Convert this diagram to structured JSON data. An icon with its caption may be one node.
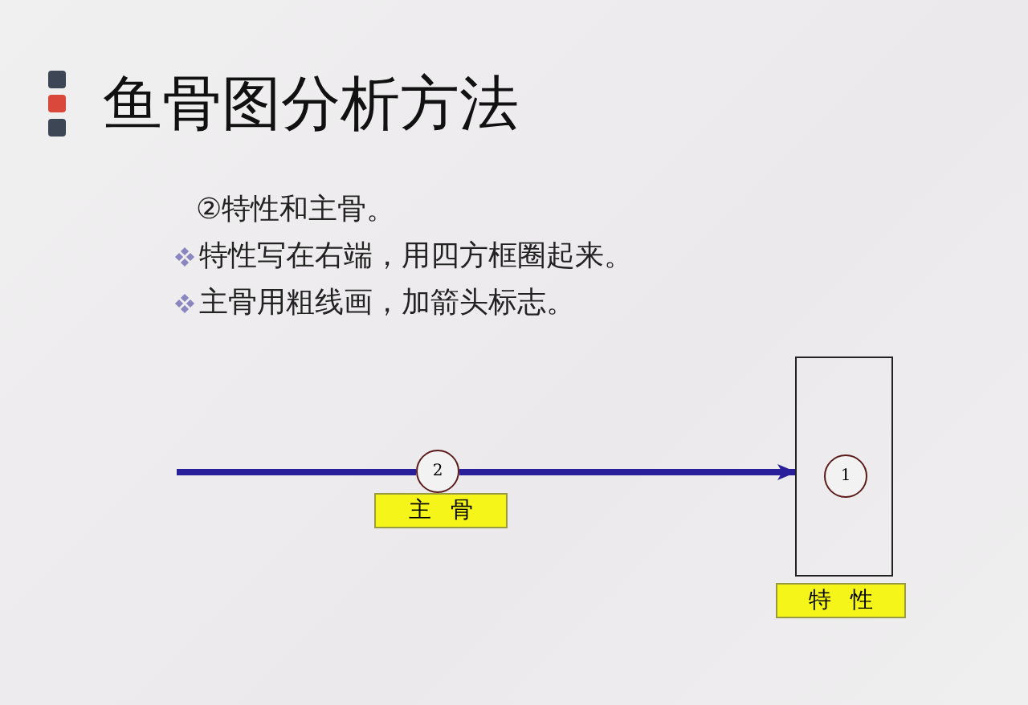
{
  "diagram": {
    "title": "鱼骨图分析方法",
    "nodes": [
      {
        "text": [],
        "shape": "box"
      },
      {
        "text": [
          "1"
        ],
        "in": 0
      },
      {
        "text": [
          "2"
        ]
      },
      {
        "text": [
          "主骨"
        ]
      },
      {
        "text": [
          "特性"
        ]
      }
    ],
    "edges": [
      {
        "from": null,
        "to": 2,
        "arrow": "none"
      },
      {
        "from": 2,
        "to": 0,
        "arrow": "to"
      }
    ],
    "labels": [
      "②特性和主骨。",
      "特性写在右端，用四方框圈起来。",
      "主骨用粗线画，加箭头标志。"
    ]
  }
}
